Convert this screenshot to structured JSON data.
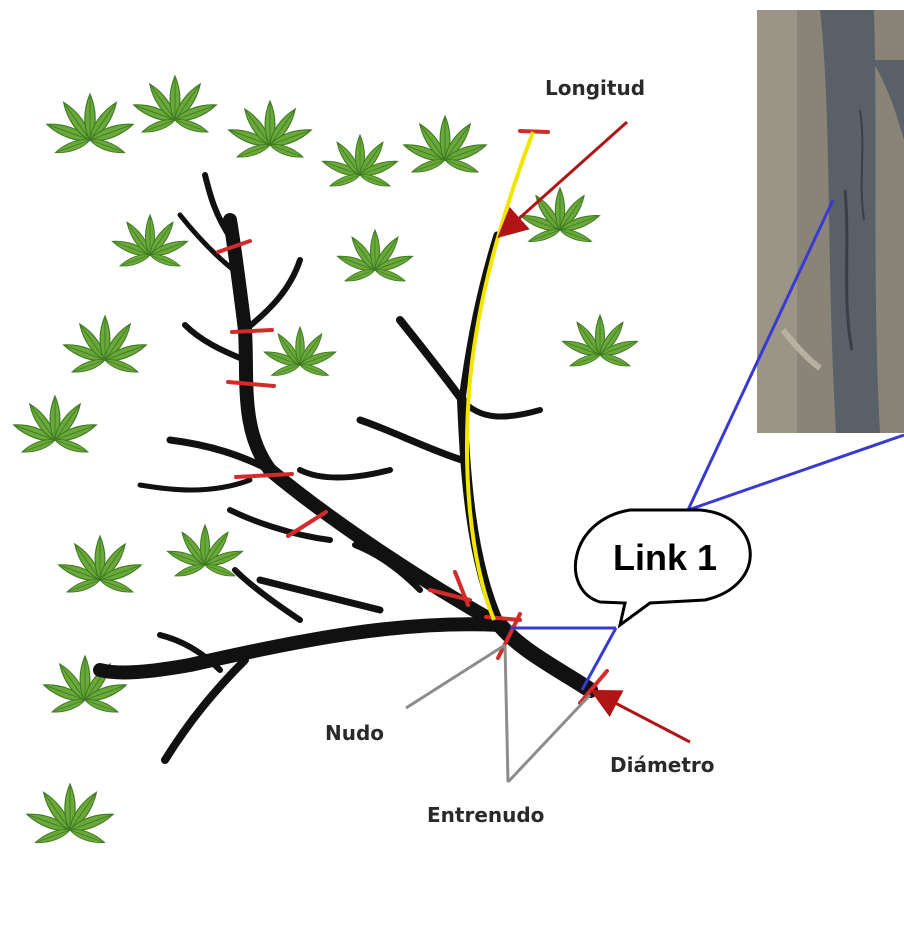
{
  "labels": {
    "longitud": "Longitud",
    "link": "Link 1",
    "nudo": "Nudo",
    "entrenudo": "Entrenudo",
    "diametro": "Diámetro"
  },
  "colors": {
    "branch": "#111111",
    "leaf": "#6aa83a",
    "leaf_dark": "#3e7a22",
    "marker": "#d42a2a",
    "length_line": "#f2e600",
    "arrow": "#b01414",
    "callout_line": "#3a3ad0",
    "pointer_line": "#8c8c8c",
    "photo_bg": "#8a8478",
    "photo_branch": "#5a6068"
  }
}
